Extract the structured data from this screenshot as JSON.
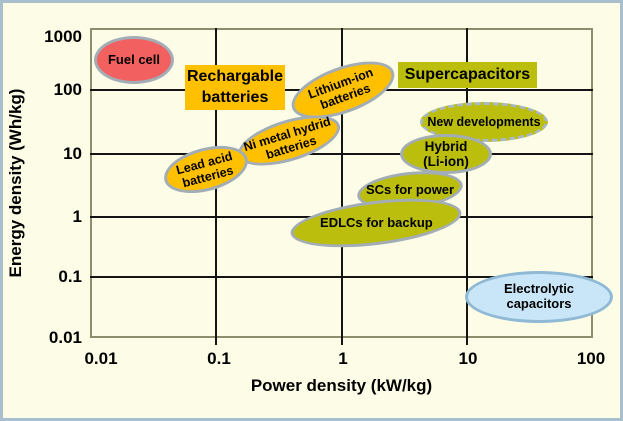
{
  "figure": {
    "background": "#FDFDE7",
    "frame_color": "#A9BFCD",
    "plot_border_color": "#8E8E6E",
    "grid_color": "#141414"
  },
  "axes": {
    "y": {
      "title": "Energy density (Wh/kg)",
      "ticks": [
        "1000",
        "100",
        "10",
        "1",
        "0.1",
        "0.01"
      ]
    },
    "x": {
      "title": "Power density (kW/kg)",
      "ticks": [
        "0.01",
        "0.1",
        "1",
        "10",
        "100"
      ]
    }
  },
  "labels": {
    "fuel_cell": "Fuel cell",
    "rechargable": "Rechargable\nbatteries",
    "lithium_ion": "Lithium-ion\nbatteries",
    "ni_metal": "Ni metal hydrid\nbatteries",
    "lead_acid": "Lead acid\nbatteries",
    "supercapacitors": "Supercapacitors",
    "new_developments": "New developments",
    "hybrid": "Hybrid\n(Li-ion)",
    "scs_for_power": "SCs for power",
    "edlcs_for_backup": "EDLCs for backup",
    "electrolytic": "Electrolytic\ncapacitors"
  },
  "colors": {
    "battery_orange": "#FFC000",
    "supercap_olive": "#BBBE0D",
    "fuel_cell_red": "#F26060",
    "electrolytic_blue": "#C9E6F8",
    "ellipse_border_gray": "#A3ADB5"
  },
  "chart_data": {
    "type": "scatter",
    "title": "",
    "xlabel": "Power density (kW/kg)",
    "ylabel": "Energy density (Wh/kg)",
    "x_scale": "log",
    "y_scale": "log",
    "xlim": [
      0.01,
      100
    ],
    "ylim": [
      0.01,
      1000
    ],
    "x_ticks": [
      0.01,
      0.1,
      1,
      10,
      100
    ],
    "y_ticks": [
      0.01,
      0.1,
      1,
      10,
      100,
      1000
    ],
    "grid": true,
    "legend": "none",
    "regions": [
      {
        "name": "Fuel cell",
        "shape": "ellipse",
        "x_range": [
          0.011,
          0.046
        ],
        "y_range": [
          125,
          740
        ],
        "x_center": 0.022,
        "y_center": 300,
        "color": "#F26060",
        "border": "solid"
      },
      {
        "name": "Lithium-ion batteries",
        "shape": "ellipse",
        "x_range": [
          0.38,
          2.7
        ],
        "y_range": [
          40,
          240
        ],
        "x_center": 1.0,
        "y_center": 100,
        "color": "#FFC000",
        "border": "solid"
      },
      {
        "name": "Ni metal hydrid batteries",
        "shape": "ellipse",
        "x_range": [
          0.14,
          1.0
        ],
        "y_range": [
          6,
          38
        ],
        "x_center": 0.38,
        "y_center": 15,
        "color": "#FFC000",
        "border": "solid"
      },
      {
        "name": "Lead acid batteries",
        "shape": "ellipse",
        "x_range": [
          0.04,
          0.18
        ],
        "y_range": [
          2,
          12
        ],
        "x_center": 0.08,
        "y_center": 5,
        "color": "#FFC000",
        "border": "solid"
      },
      {
        "name": "New developments",
        "shape": "ellipse",
        "x_range": [
          4,
          43
        ],
        "y_range": [
          15,
          64
        ],
        "x_center": 13,
        "y_center": 30,
        "color": "#BBBE0D",
        "border": "dashed"
      },
      {
        "name": "Hybrid (Li-ion)",
        "shape": "ellipse",
        "x_range": [
          3,
          16
        ],
        "y_range": [
          4.4,
          21
        ],
        "x_center": 7,
        "y_center": 10,
        "color": "#BBBE0D",
        "border": "solid"
      },
      {
        "name": "SCs for power",
        "shape": "ellipse",
        "x_range": [
          1.3,
          9
        ],
        "y_range": [
          1.2,
          5
        ],
        "x_center": 3.5,
        "y_center": 2.4,
        "color": "#BBBE0D",
        "border": "solid"
      },
      {
        "name": "EDLCs for backup",
        "shape": "ellipse",
        "x_range": [
          0.4,
          9
        ],
        "y_range": [
          0.3,
          1.8
        ],
        "x_center": 1.9,
        "y_center": 0.7,
        "color": "#BBBE0D",
        "border": "solid"
      },
      {
        "name": "Electrolytic capacitors",
        "shape": "ellipse",
        "x_range": [
          9.5,
          100
        ],
        "y_range": [
          0.017,
          0.12
        ],
        "x_center": 36,
        "y_center": 0.046,
        "color": "#C9E6F8",
        "border": "solid"
      }
    ],
    "category_labels": [
      {
        "text": "Rechargable batteries",
        "style": "filled-box",
        "color": "#FFC000",
        "near_x": 0.35,
        "near_y": 100
      },
      {
        "text": "Supercapacitors",
        "style": "filled-box",
        "color": "#BBBE0D",
        "near_x": 10,
        "near_y": 120
      }
    ]
  }
}
